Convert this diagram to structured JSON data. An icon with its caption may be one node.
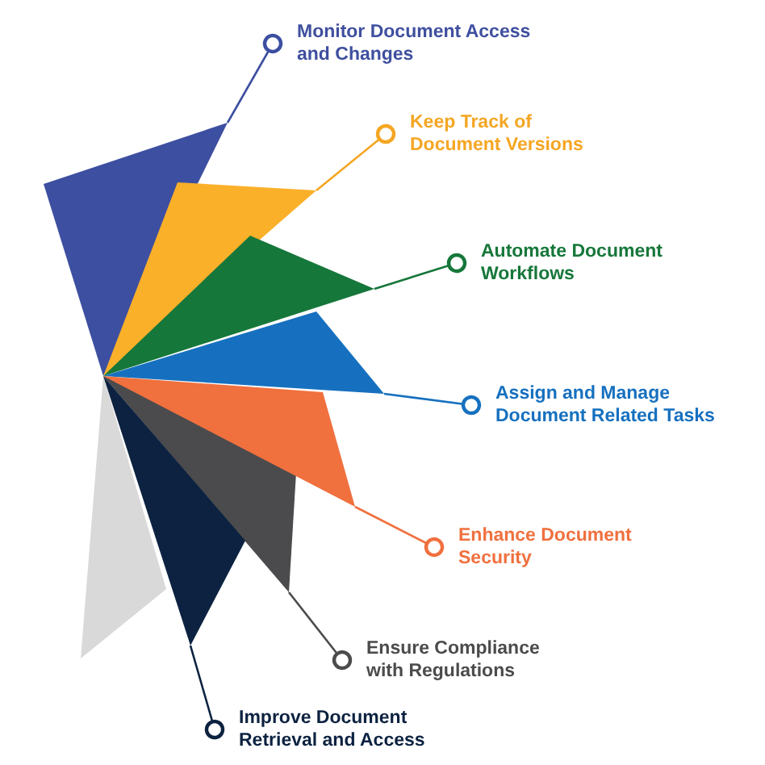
{
  "diagram": {
    "nodes": [
      {
        "text": [
          "Monitor Document Access and Changes"
        ]
      },
      {
        "text": [
          "Keep Track of Document Versions"
        ]
      },
      {
        "text": [
          "Automate Document Workflows"
        ]
      },
      {
        "text": [
          "Assign and Manage Document Related Tasks"
        ]
      },
      {
        "text": [
          "Enhance Document Security"
        ]
      },
      {
        "text": [
          "Ensure Compliance with Regulations"
        ]
      },
      {
        "text": [
          "Improve Document Retrieval and Access"
        ]
      },
      {
        "text": [],
        "shape": "triangle"
      },
      {
        "text": [],
        "shape": "triangle"
      },
      {
        "text": [],
        "shape": "triangle"
      },
      {
        "text": [],
        "shape": "triangle"
      },
      {
        "text": [],
        "shape": "triangle"
      },
      {
        "text": [],
        "shape": "triangle"
      },
      {
        "text": [],
        "shape": "triangle"
      },
      {
        "text": [],
        "shape": "triangle"
      }
    ],
    "edges": [
      {
        "from": 0,
        "to": 7,
        "arrow": "other",
        "color": "#3d4fa0"
      },
      {
        "from": 1,
        "to": 8,
        "arrow": "other",
        "color": "#f5a623"
      },
      {
        "from": 2,
        "to": 9,
        "arrow": "other",
        "color": "#16773a"
      },
      {
        "from": 3,
        "to": 10,
        "arrow": "other",
        "color": "#1670bf"
      },
      {
        "from": 4,
        "to": 11,
        "arrow": "other",
        "color": "#f0703e"
      },
      {
        "from": 5,
        "to": 12,
        "arrow": "other",
        "color": "#4b4b4d"
      },
      {
        "from": 6,
        "to": 13,
        "arrow": "other",
        "color": "#0c2240"
      }
    ]
  }
}
